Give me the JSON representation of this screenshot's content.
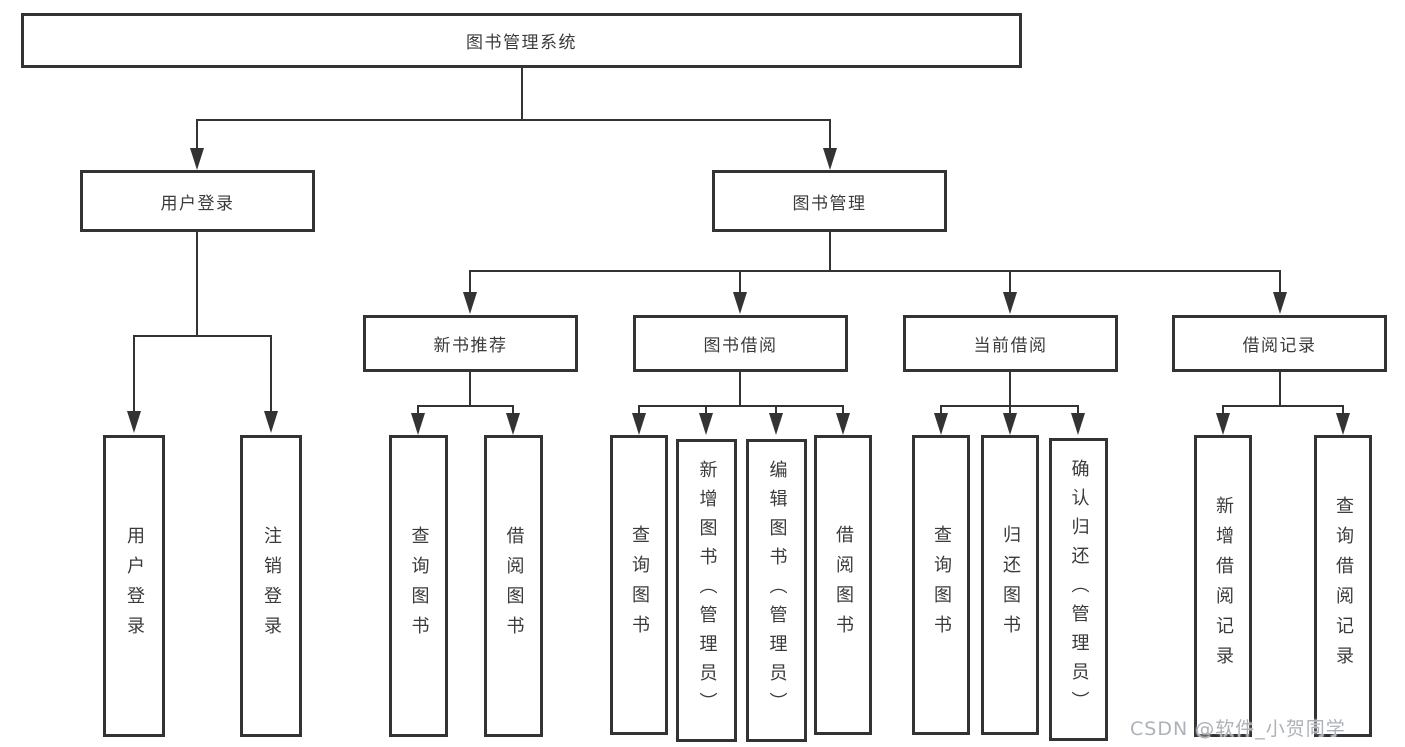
{
  "diagram": {
    "root": {
      "label": "图书管理系统"
    },
    "branches": [
      {
        "label": "用户登录",
        "children": [
          {
            "label": "用户登录"
          },
          {
            "label": "注销登录"
          }
        ]
      },
      {
        "label": "图书管理",
        "children": [
          {
            "label": "新书推荐",
            "children": [
              {
                "label": "查询图书"
              },
              {
                "label": "借阅图书"
              }
            ]
          },
          {
            "label": "图书借阅",
            "children": [
              {
                "label": "查询图书"
              },
              {
                "label": "新增图书（管理员）"
              },
              {
                "label": "编辑图书（管理员）"
              },
              {
                "label": "借阅图书"
              }
            ]
          },
          {
            "label": "当前借阅",
            "children": [
              {
                "label": "查询图书"
              },
              {
                "label": "归还图书"
              },
              {
                "label": "确认归还（管理员）"
              }
            ]
          },
          {
            "label": "借阅记录",
            "children": [
              {
                "label": "新增借阅记录"
              },
              {
                "label": "查询借阅记录"
              }
            ]
          }
        ]
      }
    ]
  },
  "watermark": {
    "text": "CSDN @软件_小贺同学"
  },
  "colors": {
    "line": "#333333",
    "text": "#3b3b3b",
    "watermark": "#adb2b8",
    "background": "#ffffff"
  }
}
